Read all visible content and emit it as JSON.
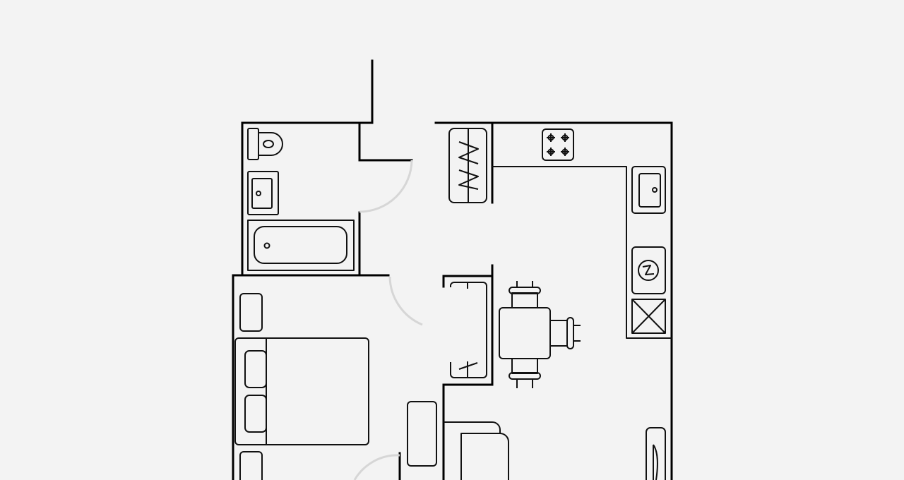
{
  "plan": {
    "background_color": "#f3f3f3",
    "wall_color": "#000000",
    "door_swing_color": "#d6d6d6",
    "rooms": [
      "bathroom",
      "hallway",
      "kitchen",
      "dining",
      "bedroom",
      "living"
    ]
  }
}
